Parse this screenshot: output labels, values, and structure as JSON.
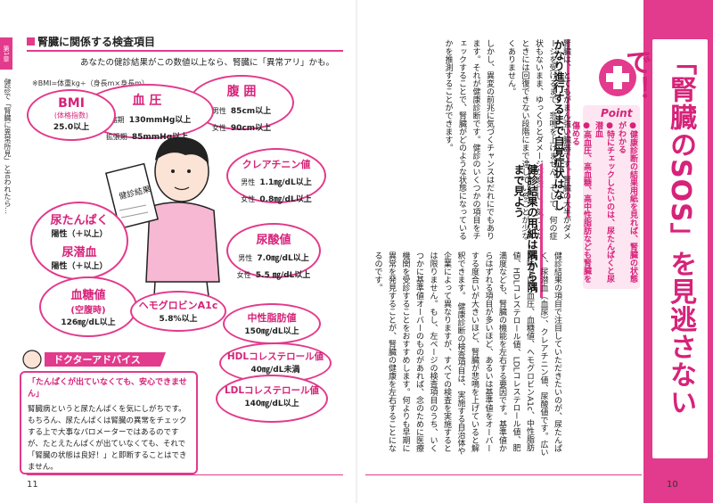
{
  "left_page": {
    "chapter_tab": "第1章",
    "running_head": "健診で「腎臓に異常所見」と言われたら…",
    "section_title": "腎臓に関係する検査項目",
    "intro": "あなたの健診結果がこの数値以上なら、腎臓に「異常アリ」かも。",
    "formula": "※BMI=体重kg÷（身長m×身長m）",
    "bubbles": {
      "bmi": {
        "title": "BMI",
        "sub": "(体格指数)",
        "value": "25.0以上"
      },
      "bp": {
        "title": "血 圧",
        "r1_label": "収縮期",
        "r1_value": "130mmHg以上",
        "r2_label": "拡張期",
        "r2_value": "85mmHg以上"
      },
      "waist": {
        "title": "腹 囲",
        "r1_label": "男性",
        "r1_value": "85cm以上",
        "r2_label": "女性",
        "r2_value": "90cm以上"
      },
      "creatinine": {
        "title": "クレアチニン値",
        "r1_label": "男性",
        "r1_value": "1.1㎎/dL以上",
        "r2_label": "女性",
        "r2_value": "0.8㎎/dL以上"
      },
      "protein": {
        "title": "尿たんぱく",
        "t1_value": "陽性（＋以上）",
        "title2": "尿潜血",
        "t2_value": "陽性（＋以上）"
      },
      "uric": {
        "title": "尿酸値",
        "r1_label": "男性",
        "r1_value": "7.0㎎/dL以上",
        "r2_label": "女性",
        "r2_value": "5.5 ㎎/dL以上"
      },
      "sugar": {
        "title": "血糖値",
        "sub": "(空腹時)",
        "value": "126㎎/dL以上"
      },
      "a1c": {
        "title": "ヘモグロビンA1c",
        "value": "5.8%以上"
      },
      "tg": {
        "title": "中性脂肪値",
        "value": "150㎎/dL以上"
      },
      "hdl": {
        "title": "HDLコレステロール値",
        "value": "40㎎/dL未満"
      },
      "ldl": {
        "title": "LDLコレステロール値",
        "value": "140㎎/dL以上"
      }
    },
    "doctor_sign": "健診結果",
    "advice_label": "ドクターアドバイス",
    "advice_quote": "「たんぱくが出ていなくても、安心できません」",
    "advice_text": "腎臓病というと尿たんぱくを気にしがちです。もちろん、尿たんぱくは腎臓の異常をチェックする上で大事なパロメーターではあるのですが、たとえたんぱくが出ていなくても、それで「腎臓の状態は良好！」と即断することはできません。",
    "page_number": "11"
  },
  "right_page": {
    "title": "「腎臓のSOS」を見逃さないで！",
    "point_label": "Point",
    "point_items": [
      "●健康診断の結果用紙を見れば、腎臓の状態がわかる",
      "●特にチェックしたいのは、尿たんぱくと尿潜血",
      "●高血圧、高血糖、高中性脂肪なども腎臓を傷める"
    ],
    "heading1": "かなり進行するまで自覚症状はなし",
    "body1": "腎臓は、とてもがまん強い臓器です。腎臓の大半がダメージを受けるまで、悲鳴を上げません。そして、何の症状もないまま、ゆっくりとダメージが進行し、気づいたときには回復できない段階にまで達していることが少なくありません。",
    "body2": "しかし、異変の前兆に気づくチャンスはだれにでもあります。それが健康診断です。健診のいくつかの項目をチェックすることで、腎臓がどのような状態になっているかを推測することができます。",
    "heading2": "健診結果の用紙は隅から隅まで見よう",
    "body3": "健診結果の項目で注目していただきたいのが、尿たんぱく、尿潜血（血尿）、クレアチニン値、尿酸値です。広い意味では、血圧、血糖値、ヘモグロビンA1c、中性脂肪値、HDLコレステロール値、LDLコレステロール値、肥満度なども、腎臓の機能を左右する要因です。基準値からはずれる項目が多いほど、あるいは基準値をオーバーする度合いが大きいほど、腎臓が悲鳴を上げていると解釈できます。",
    "body4": "健康診断の検査項目は、実施する自治体や企業によって異なりますが、すべての検査を実施するとは限りません。もし、左ページの検査項目のうち、いくつかに基準値オーバーのものがあれば、念のために医療機関を受診することをおすすめします。何よりも早期に異常を発見することが、腎臓の健康を左右することになるのです。",
    "page_number": "10"
  },
  "colors": {
    "accent": "#e23a8c",
    "accent_text": "#d6237a",
    "point_bg": "#fde6f1"
  }
}
